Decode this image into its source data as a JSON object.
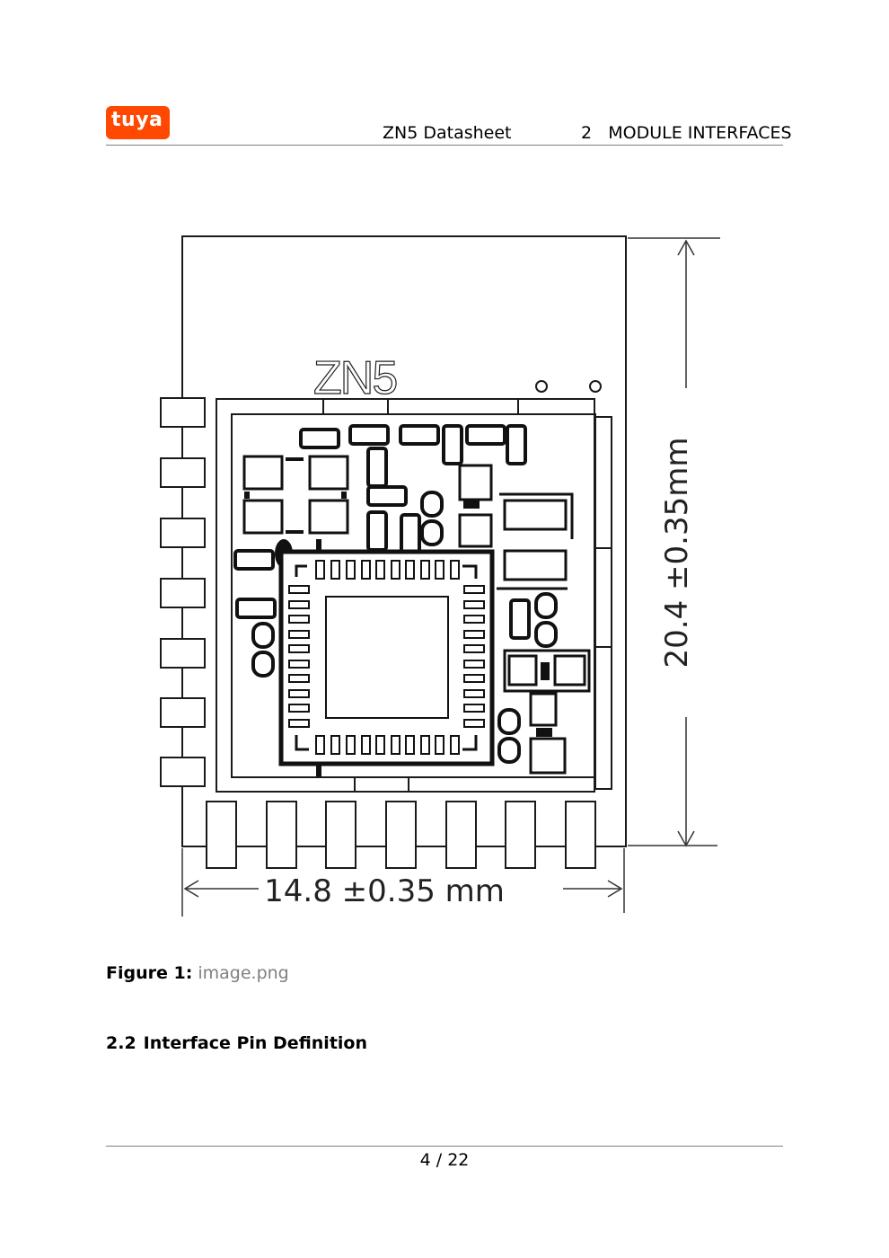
{
  "header": {
    "logo_text": "tuya",
    "doc_title": "ZN5 Datasheet",
    "section_number": "2",
    "section_title": "MODULE INTERFACES"
  },
  "figure": {
    "module_label": "ZN5",
    "width_dimension": "14.8 ±0.35 mm",
    "height_dimension": "20.4 ±0.35mm",
    "caption_label": "Figure 1:",
    "caption_text": "image.png"
  },
  "section": {
    "number": "2.2",
    "title": "Interface Pin Definition"
  },
  "footer": {
    "page": "4 / 22"
  },
  "colors": {
    "brand": "#ff4800",
    "rule": "#7f7f7f",
    "caption_text": "#808080"
  }
}
